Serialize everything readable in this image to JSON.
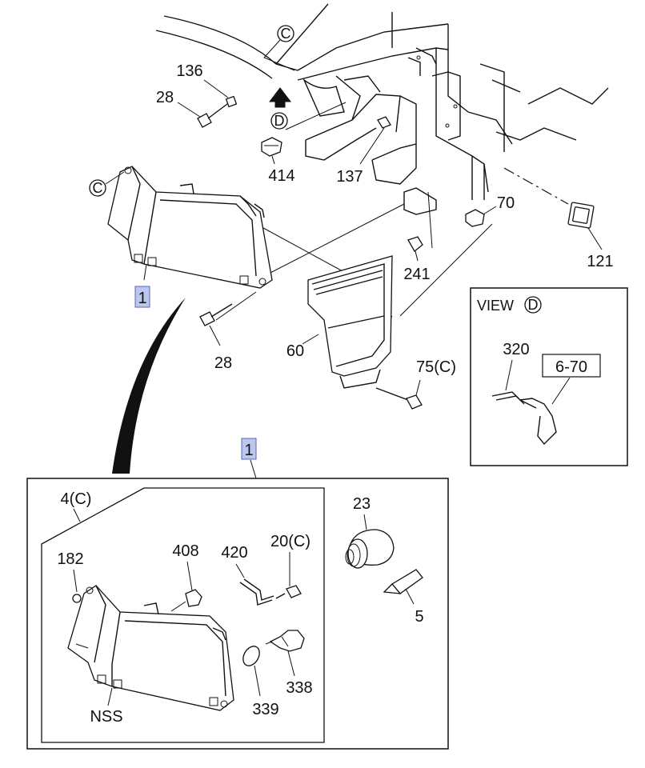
{
  "diagram": {
    "main_labels": {
      "p136": "136",
      "p28_top": "28",
      "p414": "414",
      "p137": "137",
      "p70": "70",
      "p121": "121",
      "p241": "241",
      "p60": "60",
      "p28_bottom": "28",
      "p75": "75(C)",
      "ref1_top": "1",
      "ref1_detail": "1"
    },
    "callouts": {
      "c_top": "C",
      "d_mark": "D",
      "c_left": "C"
    },
    "view_d": {
      "title": "VIEW",
      "mark": "D",
      "p320": "320",
      "ref_box": "6-70"
    },
    "detail": {
      "p4": "4(C)",
      "p182": "182",
      "p408": "408",
      "p420": "420",
      "p20": "20(C)",
      "p23": "23",
      "p5": "5",
      "p338": "338",
      "p339": "339",
      "nss": "NSS"
    }
  }
}
